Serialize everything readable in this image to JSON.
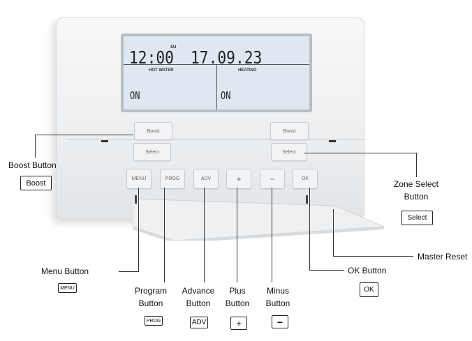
{
  "display": {
    "time": "12:00",
    "day": "SU",
    "date": "17.09.23",
    "zones": [
      {
        "label": "HOT WATER",
        "state": "ON"
      },
      {
        "label": "HEATING",
        "state": "ON"
      }
    ]
  },
  "device_buttons": {
    "boost": "Boost",
    "select": "Select",
    "menu": "MENU",
    "prog": "PROG",
    "adv": "ADV",
    "plus": "+",
    "minus": "−",
    "ok": "OK"
  },
  "callouts": {
    "boost": {
      "label": "Boost Button",
      "key": "Boost"
    },
    "zone_select": {
      "label_line1": "Zone Select",
      "label_line2": "Button",
      "key": "Select"
    },
    "master_reset": {
      "label": "Master Reset"
    },
    "ok": {
      "label": "OK Button",
      "key": "OK"
    },
    "menu": {
      "label": "Menu Button",
      "key": "MENU"
    },
    "program": {
      "label_line1": "Program",
      "label_line2": "Button",
      "key": "PROG"
    },
    "advance": {
      "label_line1": "Advance",
      "label_line2": "Button",
      "key": "ADV"
    },
    "plus": {
      "label_line1": "Plus",
      "label_line2": "Button",
      "key": "+"
    },
    "minus": {
      "label_line1": "Minus",
      "label_line2": "Button",
      "key": "−"
    }
  }
}
